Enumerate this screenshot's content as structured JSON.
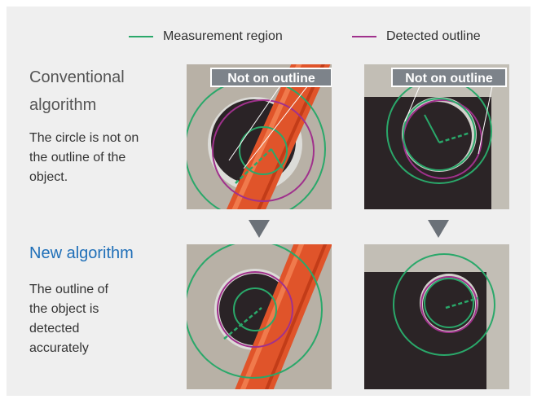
{
  "legend": {
    "measurement_label": "Measurement region",
    "detected_label": "Detected outline",
    "measurement_color": "#2aa86a",
    "detected_color": "#a0318c"
  },
  "conventional": {
    "title": "Conventional algorithm",
    "description": "The circle is not on the outline of the object.",
    "callout_label": "Not on outline"
  },
  "new_algorithm": {
    "title": "New algorithm",
    "description": "The outline of the object is detected accurately"
  },
  "colors": {
    "panel_bg": "#efefef",
    "arrow": "#6b7178",
    "new_title": "#1f6fb8",
    "callout_bg": "#7d838a"
  }
}
